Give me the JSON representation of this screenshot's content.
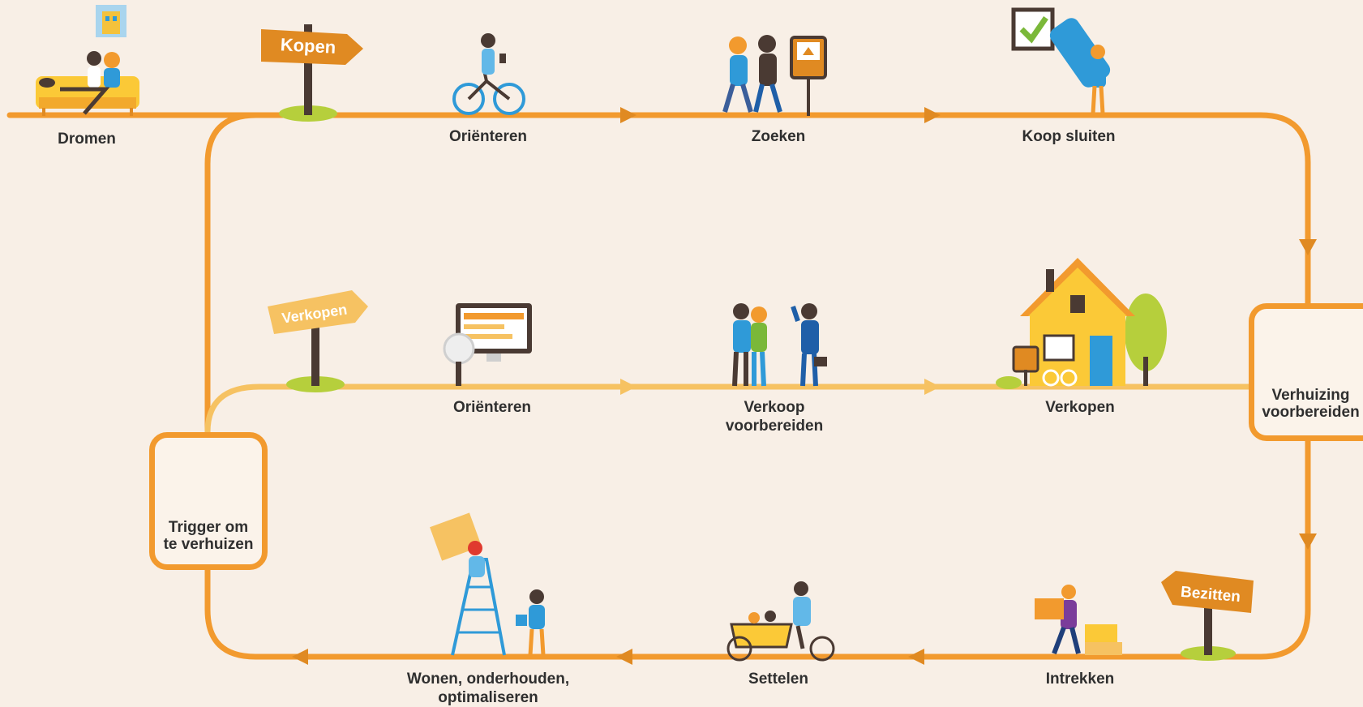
{
  "colors": {
    "background": "#f8efe6",
    "orange": "#f29a2e",
    "light_orange": "#f6c262",
    "dark_orange": "#e08a22",
    "grass": "#b6cf3c",
    "post": "#4a3a33",
    "blue": "#2f9ad8",
    "yellow": "#fbc937"
  },
  "signs": {
    "buy": "Kopen",
    "sell": "Verkopen",
    "own": "Bezitten"
  },
  "steps": {
    "dream": "Dromen",
    "orient_buy": "Oriënteren",
    "search": "Zoeken",
    "close_purchase": "Koop sluiten",
    "orient_sell": "Oriënteren",
    "prepare_sale_1": "Verkoop",
    "prepare_sale_2": "voorbereiden",
    "sell": "Verkopen",
    "move_in": "Intrekken",
    "settle": "Settelen",
    "live_1": "Wonen, onderhouden,",
    "live_2": "optimaliseren"
  },
  "boxes": {
    "trigger_1": "Trigger om",
    "trigger_2": "te verhuizen",
    "prepare_move_1": "Verhuizing",
    "prepare_move_2": "voorbereiden"
  },
  "icons": [
    "couple-on-sofa-icon",
    "house-picture-icon",
    "woman-on-bicycle-icon",
    "couple-walking-icon",
    "house-sign-icon",
    "checkbox-marker-icon",
    "monitor-magnifier-icon",
    "couple-and-agent-icon",
    "house-with-tree-icon",
    "moving-van-icon",
    "man-carrying-boxes-icon",
    "cargo-bike-family-icon",
    "painter-on-ladder-icon",
    "trigger-sign-icon"
  ]
}
